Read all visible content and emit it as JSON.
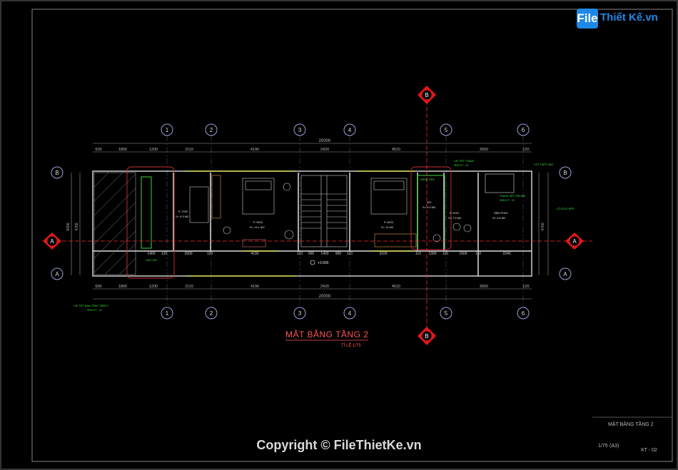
{
  "watermark": {
    "logo_letter": "File",
    "logo_text": "Thiết Kế.vn"
  },
  "copyright": "Copyright © FileThietKe.vn",
  "drawing": {
    "title": "MẶT BẰNG TẦNG 2",
    "scale": "TỈ LỆ 1/75"
  },
  "title_block": {
    "sheet_name": "MẶT BẰNG TẦNG 2",
    "scale": "1/75",
    "paper": "(A3)",
    "sheet_no": "KT - 02"
  },
  "grid_columns": [
    "1",
    "2",
    "3",
    "4",
    "5",
    "6"
  ],
  "grid_rows": [
    "B",
    "A"
  ],
  "section_labels": {
    "horizontal": "A",
    "vertical": "B"
  },
  "dimensions_top": [
    "500",
    "1800",
    "1200",
    "2110",
    "4190",
    "2420",
    "4510",
    "3660",
    "120"
  ],
  "dimensions_bottom": [
    "500",
    "1800",
    "1200",
    "2110",
    "4190",
    "2420",
    "4510",
    "3660",
    "120"
  ],
  "total_length": "20000",
  "inner_dimensions": [
    "1400",
    "120",
    "2000",
    "120",
    "4190",
    "110",
    "900",
    "1400",
    "900",
    "110",
    "3100",
    "110",
    "1300",
    "110",
    "1500",
    "110",
    "2240"
  ],
  "side_dimensions": [
    "5000",
    "4760"
  ],
  "level_mark": "+3.600",
  "room_labels": [
    {
      "name": "P. THỜ",
      "area": "S= 9.3 M2"
    },
    {
      "name": "P. NGỦ",
      "area": "S= 14.1 M2"
    },
    {
      "name": "P. NGỦ",
      "area": "S= 11 M2"
    },
    {
      "name": "WC",
      "area": "S= 3.9 M2"
    },
    {
      "name": "P. NGỦ",
      "area": "S= 7.5 M2"
    },
    {
      "name": "SÂN PHƠI",
      "area": "S= 9.6 M2"
    }
  ],
  "notes": [
    "CHI TIẾT THANG",
    "XEM KT - 21",
    "GIẾNG TRỜI",
    "THANG SẮT LÊN MÁI",
    "XEM KT - 19",
    "CỘT THÉP ỐNG",
    "CHI TIẾT BAN CÔNG TẦNG 2",
    "XEM KT - 16",
    "LAN CAN",
    "LỖ CỬA THÉP"
  ]
}
